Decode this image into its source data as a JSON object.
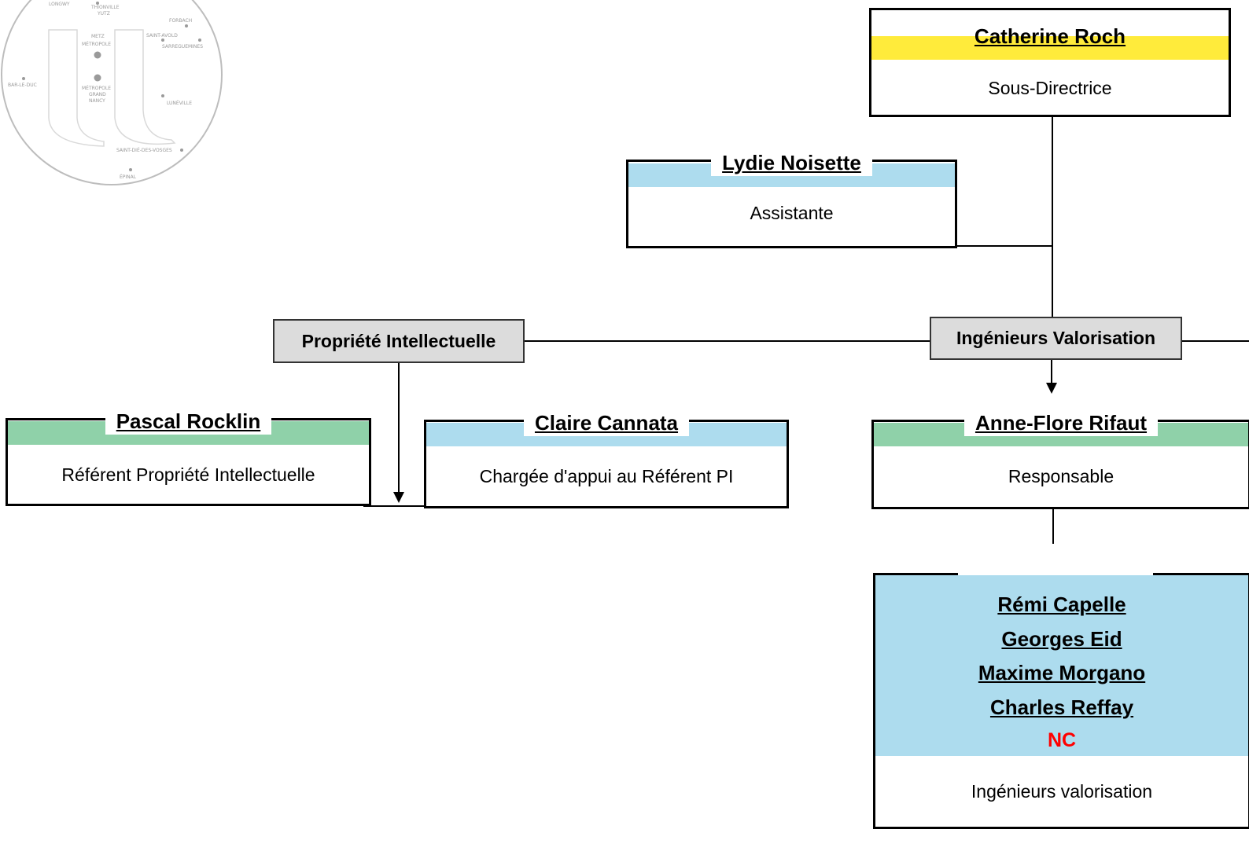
{
  "logo": {
    "alt": "Lorraine university logo map",
    "places": [
      "LONGWY",
      "THIONVILLE",
      "YUTZ",
      "FORBACH",
      "METZ",
      "MÉTROPOLE",
      "SAINT-AVOLD",
      "SARREGUEMINES",
      "BAR-LE-DUC",
      "MÉTROPOLE",
      "GRAND",
      "NANCY",
      "LUNÉVILLE",
      "SAINT-DIÉ-DES-VOSGES",
      "ÉPINAL"
    ]
  },
  "director": {
    "name": "Catherine Roch",
    "role": "Sous-Directrice"
  },
  "assistant": {
    "name": "Lydie Noisette",
    "role": "Assistante"
  },
  "groups": {
    "pi": "Propriété Intellectuelle",
    "valorisation": "Ingénieurs Valorisation"
  },
  "pi_team": {
    "referent": {
      "name": "Pascal Rocklin",
      "role": "Référent Propriété Intellectuelle"
    },
    "support": {
      "name": "Claire Cannata",
      "role": "Chargée d'appui au Référent PI"
    }
  },
  "valo_team": {
    "lead": {
      "name": "Anne-Flore Rifaut",
      "role": "Responsable"
    },
    "engineers": {
      "members": [
        "Rémi Capelle",
        "Georges Eid",
        "Maxime Morgano",
        "Charles Reffay"
      ],
      "vacant": "NC",
      "role": "Ingénieurs valorisation"
    }
  },
  "colors": {
    "director_band": "#FFEB3B",
    "blue_band": "#ADDCEE",
    "green_band": "#8FD1A9",
    "group_fill": "#DCDCDC",
    "vacant_text": "#FF0000"
  }
}
